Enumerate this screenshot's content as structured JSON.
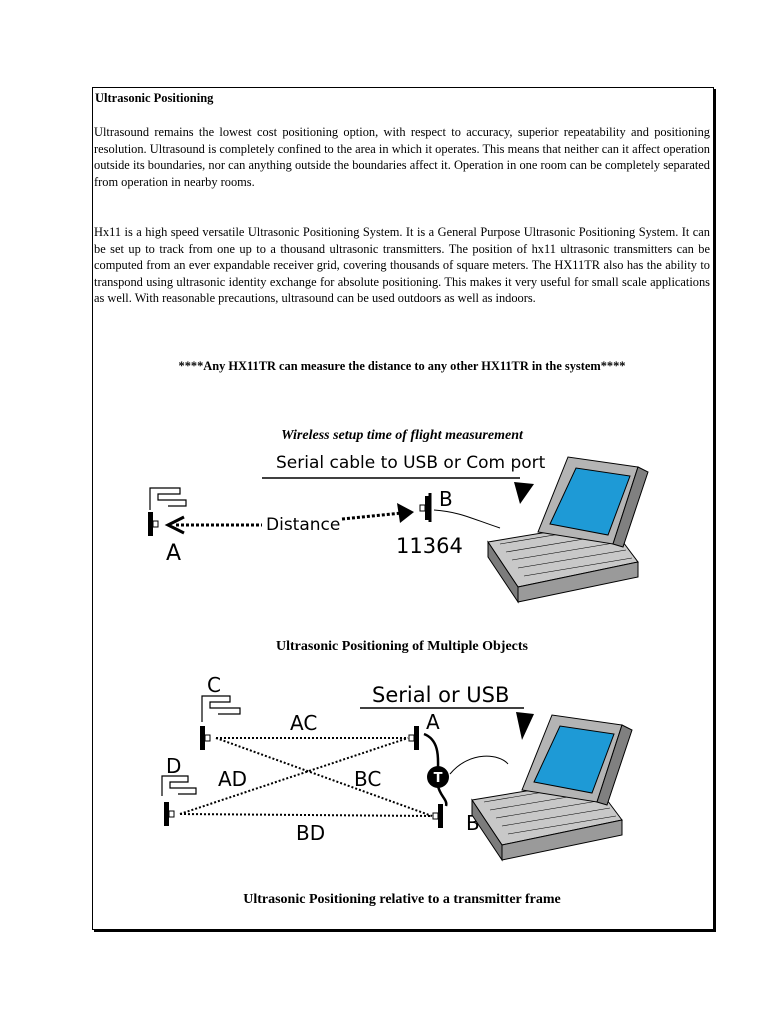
{
  "document": {
    "title": "Ultrasonic Positioning",
    "para1": "Ultrasound remains the lowest cost positioning option, with respect to accuracy, superior repeatability and positioning resolution.  Ultrasound is completely confined to the area in which it operates. This means that neither can it affect operation outside its boundaries, nor can anything outside the boundaries affect it. Operation in one room can be completely separated from operation in nearby rooms.",
    "para2": "Hx11 is a high speed versatile Ultrasonic Positioning System. It is a General Purpose Ultrasonic Positioning System. It can be set up to track from one up to a thousand ultrasonic transmitters. The position of hx11 ultrasonic transmitters can be computed from an ever expandable receiver grid, covering thousands of square meters. The HX11TR also has the ability to transpond using ultrasonic identity exchange for absolute positioning. This makes it very useful for small scale applications as well. With reasonable precautions, ultrasound can be used outdoors as well as indoors.",
    "banner": "****Any HX11TR can measure the distance to any other HX11TR in the system****"
  },
  "figure1": {
    "caption": "Wireless setup time of flight measurement",
    "cable_label": "Serial cable to USB or Com port",
    "distance_label": "Distance",
    "node_a": "A",
    "node_b": "B",
    "reading": "11364"
  },
  "figure2": {
    "caption": "Ultrasonic Positioning of Multiple Objects",
    "link_label": "Serial or USB",
    "nodes": [
      "C",
      "D",
      "A",
      "B"
    ],
    "hub_label": "T",
    "distances": [
      "AC",
      "AD",
      "BC",
      "BD"
    ],
    "bottom_caption": "Ultrasonic Positioning relative to a transmitter frame"
  }
}
